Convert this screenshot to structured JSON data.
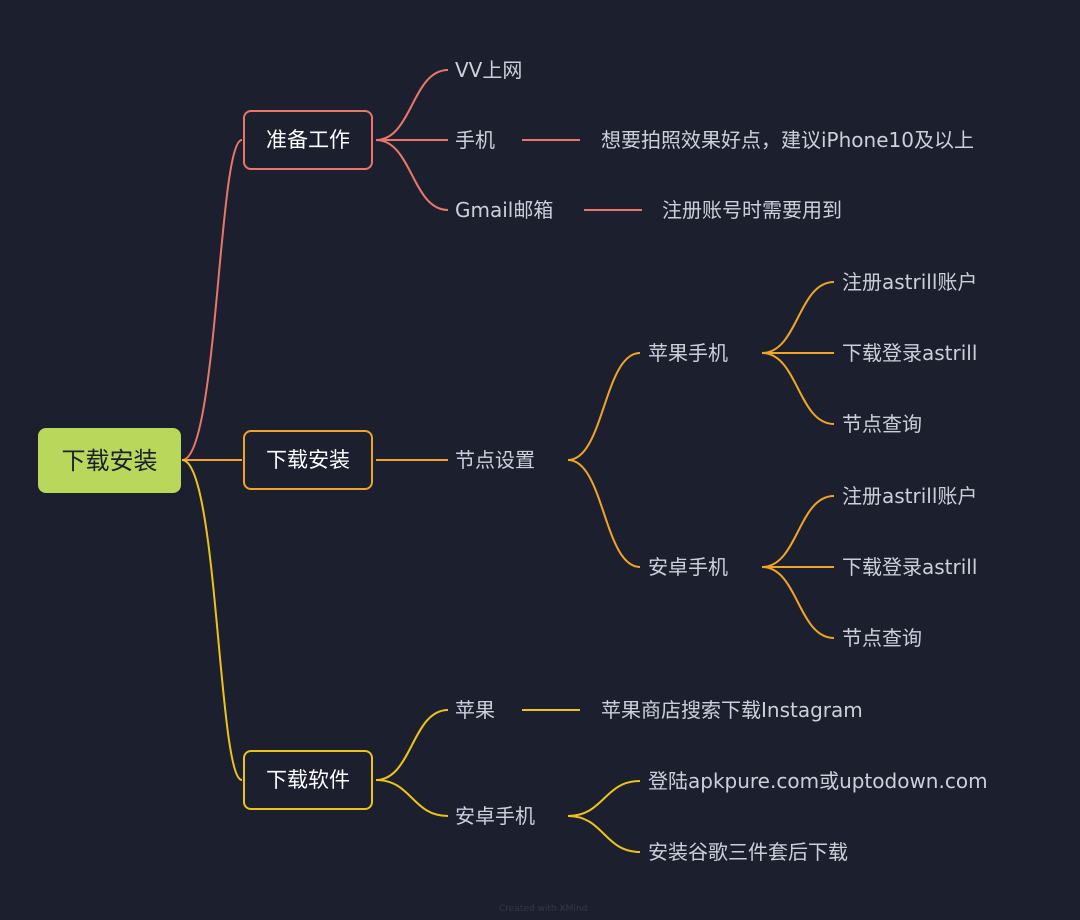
{
  "colors": {
    "background": "#1b1f2e",
    "root_fill": "#b9d85b",
    "prepare": "#e8776a",
    "install": "#f0a427",
    "software": "#ecc21b"
  },
  "root": {
    "label": "下载安装"
  },
  "prepare": {
    "label": "准备工作",
    "vv": "VV上网",
    "phone": "手机",
    "phone_note": "想要拍照效果好点，建议iPhone10及以上",
    "gmail": "Gmail邮箱",
    "gmail_note": "注册账号时需要用到"
  },
  "install": {
    "label": "下载安装",
    "node_setup": "节点设置",
    "apple": {
      "label": "苹果手机",
      "steps": [
        "注册astrill账户",
        "下载登录astrill",
        "节点查询"
      ]
    },
    "android": {
      "label": "安卓手机",
      "steps": [
        "注册astrill账户",
        "下载登录astrill",
        "节点查询"
      ]
    }
  },
  "software": {
    "label": "下载软件",
    "apple": "苹果",
    "apple_note": "苹果商店搜索下载Instagram",
    "android": "安卓手机",
    "android_steps": [
      "登陆apkpure.com或uptodown.com",
      "安装谷歌三件套后下载"
    ]
  },
  "credit": "Created with XMind"
}
